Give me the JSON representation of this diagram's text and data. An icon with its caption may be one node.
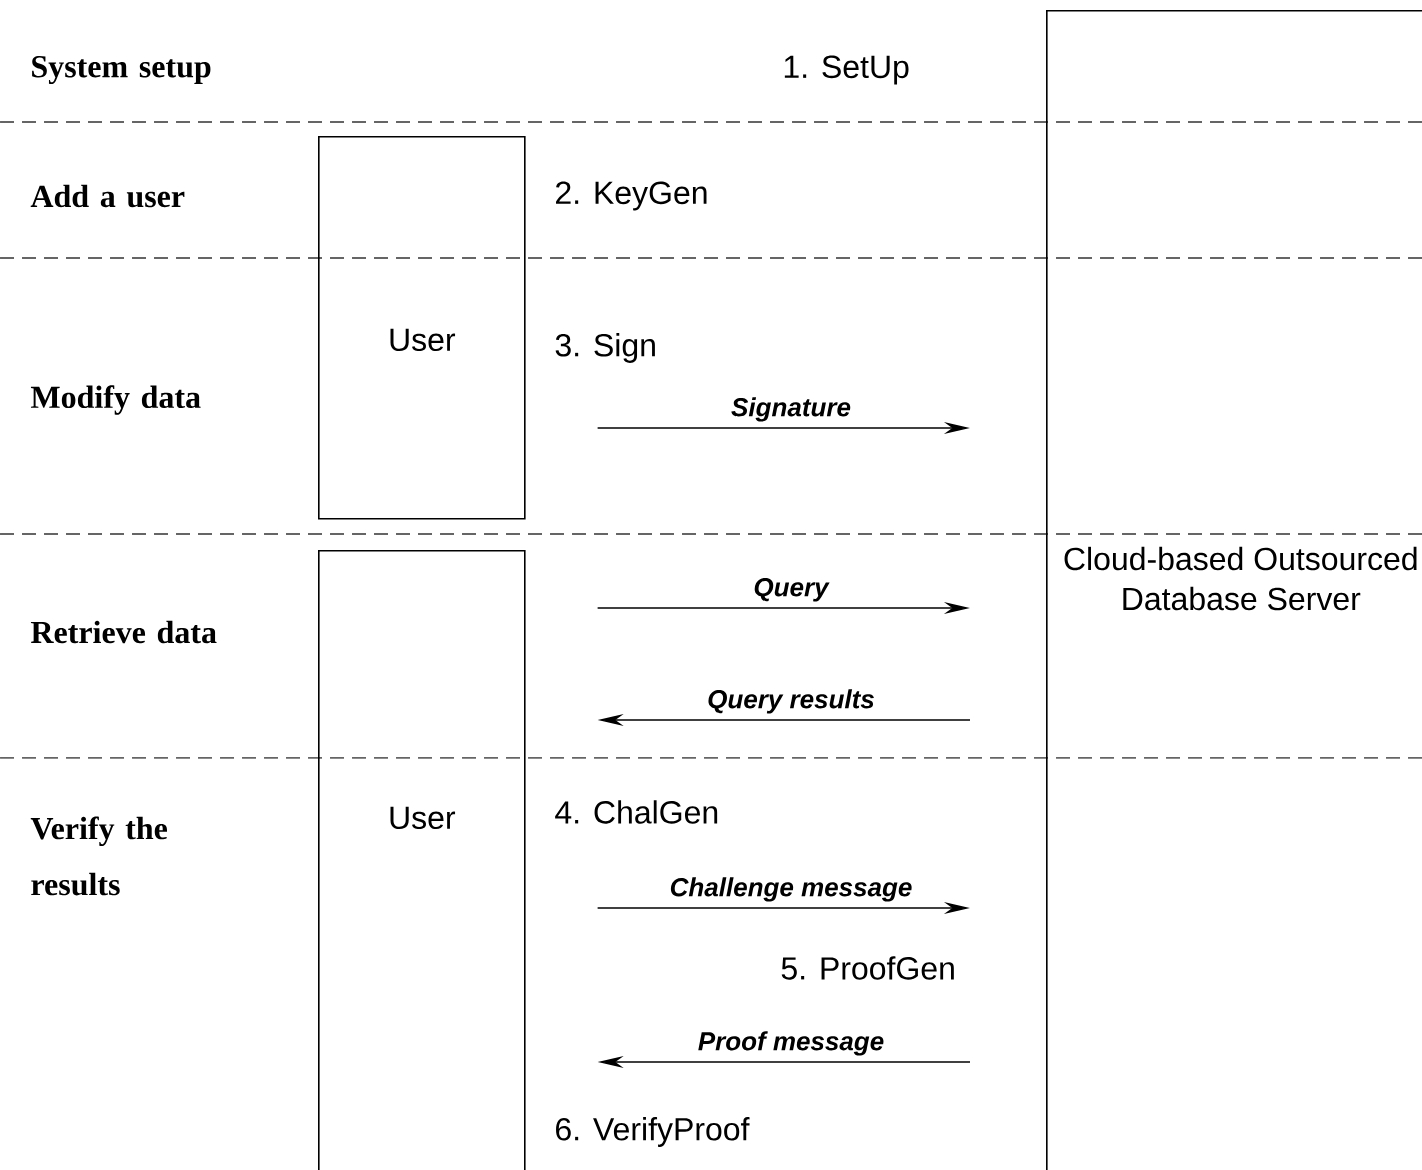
{
  "diagram": {
    "nodes": [
      {
        "text": [
          "User"
        ]
      },
      {
        "text": [
          "User"
        ]
      },
      {
        "text": [
          "Cloud-based Outsourced Database Server"
        ]
      }
    ],
    "edges": [
      {
        "from": 0,
        "to": 2,
        "arrow": "to",
        "label": "Signature"
      },
      {
        "from": 1,
        "to": 2,
        "arrow": "to",
        "label": "Query"
      },
      {
        "from": 2,
        "to": 1,
        "arrow": "to",
        "label": "Query results"
      },
      {
        "from": 1,
        "to": 2,
        "arrow": "to",
        "label": "Challenge message"
      },
      {
        "from": 2,
        "to": 1,
        "arrow": "to",
        "label": "Proof message"
      }
    ],
    "labels": [
      "System setup",
      "1. SetUp",
      "Add a user",
      "2. KeyGen",
      "Modify data",
      "3. Sign",
      "Retrieve data",
      "Verify the results",
      "4. ChalGen",
      "5. ProofGen",
      "6. VerifyProof"
    ]
  }
}
